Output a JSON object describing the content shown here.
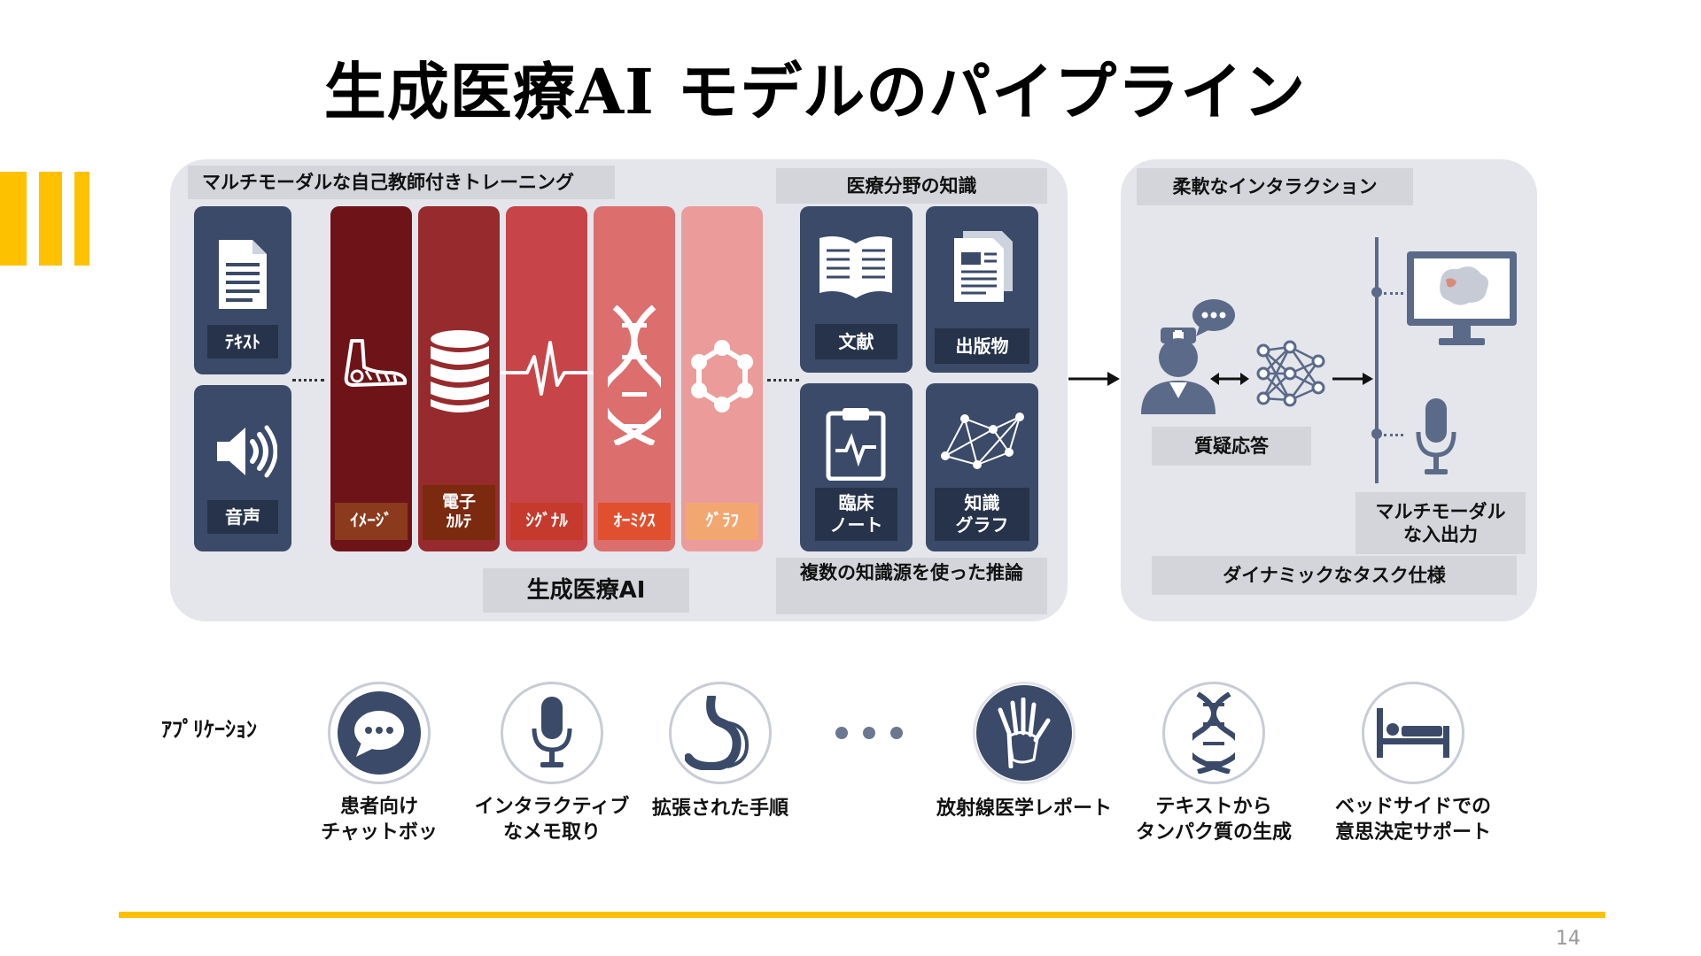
{
  "title": "生成医療AI モデルのパイプライン",
  "colors": {
    "accent": "#FDC100",
    "navy": "#3a4a68",
    "panel": "#e4e6ec",
    "strip_image": "#6e1418",
    "strip_emr": "#962a2c",
    "strip_signal": "#c74448",
    "strip_omics": "#dd6e6e",
    "strip_graph": "#eb9c9a"
  },
  "left_panel": {
    "header": "マルチモーダルな自己教師付きトレーニング",
    "cards": [
      {
        "label": "ﾃｷｽﾄ",
        "icon": "document-icon"
      },
      {
        "label": "音声",
        "icon": "speaker-icon"
      }
    ],
    "strips": [
      {
        "label": "ｲﾒｰｼﾞ",
        "icon": "foot-xray-icon"
      },
      {
        "label": "電子\nｶﾙﾃ",
        "icon": "database-icon"
      },
      {
        "label": "ｼｸﾞﾅﾙ",
        "icon": "ecg-signal-icon"
      },
      {
        "label": "ｵｰﾐｸｽ",
        "icon": "dna-icon"
      },
      {
        "label": "ｸﾞﾗﾌ",
        "icon": "graph-network-icon"
      }
    ],
    "center_label": "生成医療AI"
  },
  "knowledge": {
    "header": "医療分野の知識",
    "cards": [
      {
        "label": "文献",
        "icon": "book-icon"
      },
      {
        "label": "出版物",
        "icon": "publication-icon"
      },
      {
        "label": "臨床\nノート",
        "icon": "clipboard-icon"
      },
      {
        "label": "知識\nグラフ",
        "icon": "knowledge-graph-icon"
      }
    ],
    "footer": "複数の知識源を使った推論"
  },
  "right_panel": {
    "header": "柔軟なインタラクション",
    "qa_label": "質疑応答",
    "multimodal_label": "マルチモーダル\nな入出力",
    "dynamic_label": "ダイナミックなタスク仕様"
  },
  "applications": {
    "heading": "ｱﾌﾟﾘｹｰｼｮﾝ",
    "items": [
      {
        "label": "患者向け\nチャットボッ",
        "icon": "chat-bubble-icon"
      },
      {
        "label": "インタラクティブ\nなメモ取り",
        "icon": "microphone-icon"
      },
      {
        "label": "拡張された手順",
        "icon": "stomach-icon"
      },
      {
        "label": "放射線医学レポート",
        "icon": "hand-xray-icon"
      },
      {
        "label": "テキストから\nタンパク質の生成",
        "icon": "dna-icon"
      },
      {
        "label": "ベッドサイドでの\n意思決定サポート",
        "icon": "hospital-bed-icon"
      }
    ]
  },
  "page_number": "14"
}
